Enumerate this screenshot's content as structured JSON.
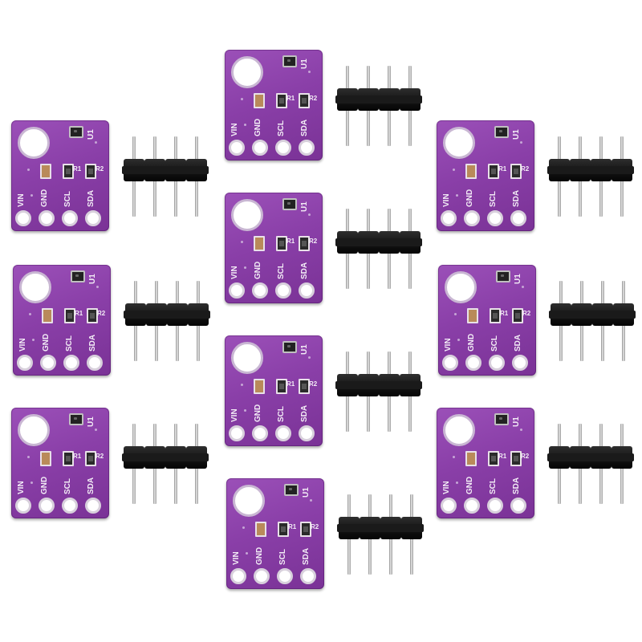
{
  "product": {
    "board_color": "#8a3fa8",
    "header_color": "#121212",
    "silkscreen": {
      "chip_label": "U1",
      "resistor_labels": [
        "R1",
        "R2"
      ],
      "pins": [
        "VIN",
        "GND",
        "SCL",
        "SDA"
      ]
    },
    "module_count": 10
  },
  "icons": {
    "board": "pcb-board-icon",
    "header": "pin-header-icon"
  }
}
